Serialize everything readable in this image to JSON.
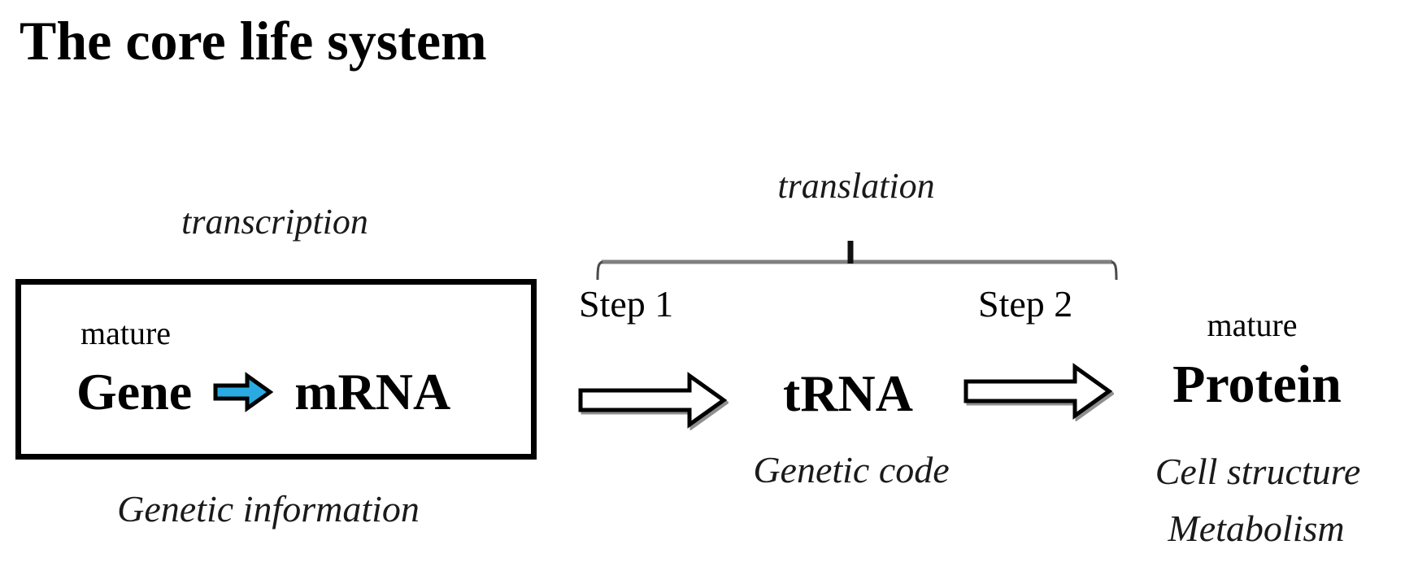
{
  "title": "The core life system",
  "colors": {
    "background": "#ffffff",
    "text": "#000000",
    "blue_arrow_fill": "#29ABE2",
    "bracket_line": "#808080"
  },
  "process_labels": {
    "transcription": "transcription",
    "translation": "translation"
  },
  "gene_box": {
    "mature_label": "mature",
    "gene_label": "Gene",
    "mrna_label": "mRNA",
    "caption": "Genetic information"
  },
  "translation_steps": {
    "step1_label": "Step 1",
    "step2_label": "Step 2"
  },
  "trna": {
    "label": "tRNA",
    "caption": "Genetic code"
  },
  "protein": {
    "mature_label": "mature",
    "label": "Protein",
    "caption_line1": "Cell structure",
    "caption_line2": "Metabolism"
  },
  "icons": {
    "gene_to_mrna_arrow": "blue-right-arrow",
    "step1_arrow": "hollow-right-arrow",
    "step2_arrow": "hollow-right-arrow",
    "translation_bracket": "horizontal-brace-with-center-tick"
  }
}
